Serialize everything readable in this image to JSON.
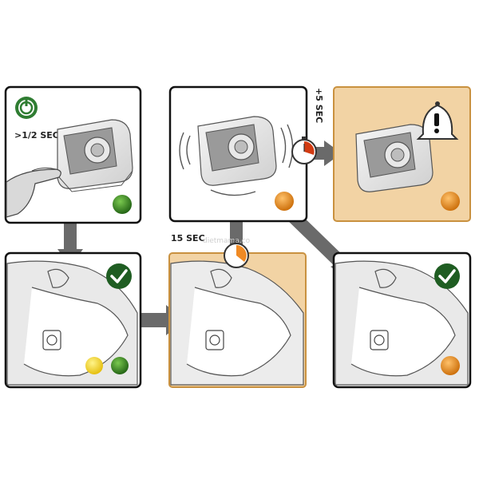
{
  "labels": {
    "hold_time": ">1/2 SEC",
    "delay_15": "15 SEC",
    "delay_5": "+5 SEC"
  },
  "watermark": {
    "text": "dietmama.co"
  },
  "colors": {
    "panel_border": "#111111",
    "panel_highlight_bg": "#f2d3a4",
    "panel_highlight_border": "#c9913f",
    "arrow": "#6a6a6a",
    "led_green": "#2e7d1e",
    "led_orange": "#e07b12",
    "led_yellow": "#f1d21b",
    "power_icon_green": "#2f7d32",
    "check_green": "#1f5d22",
    "timer_red": "#d23b12",
    "timer_orange": "#f08a24"
  },
  "icons": {
    "power": "power-icon",
    "check": "checkmark-icon",
    "timer": "stopwatch-icon",
    "alarm": "alarm-bell-icon"
  }
}
